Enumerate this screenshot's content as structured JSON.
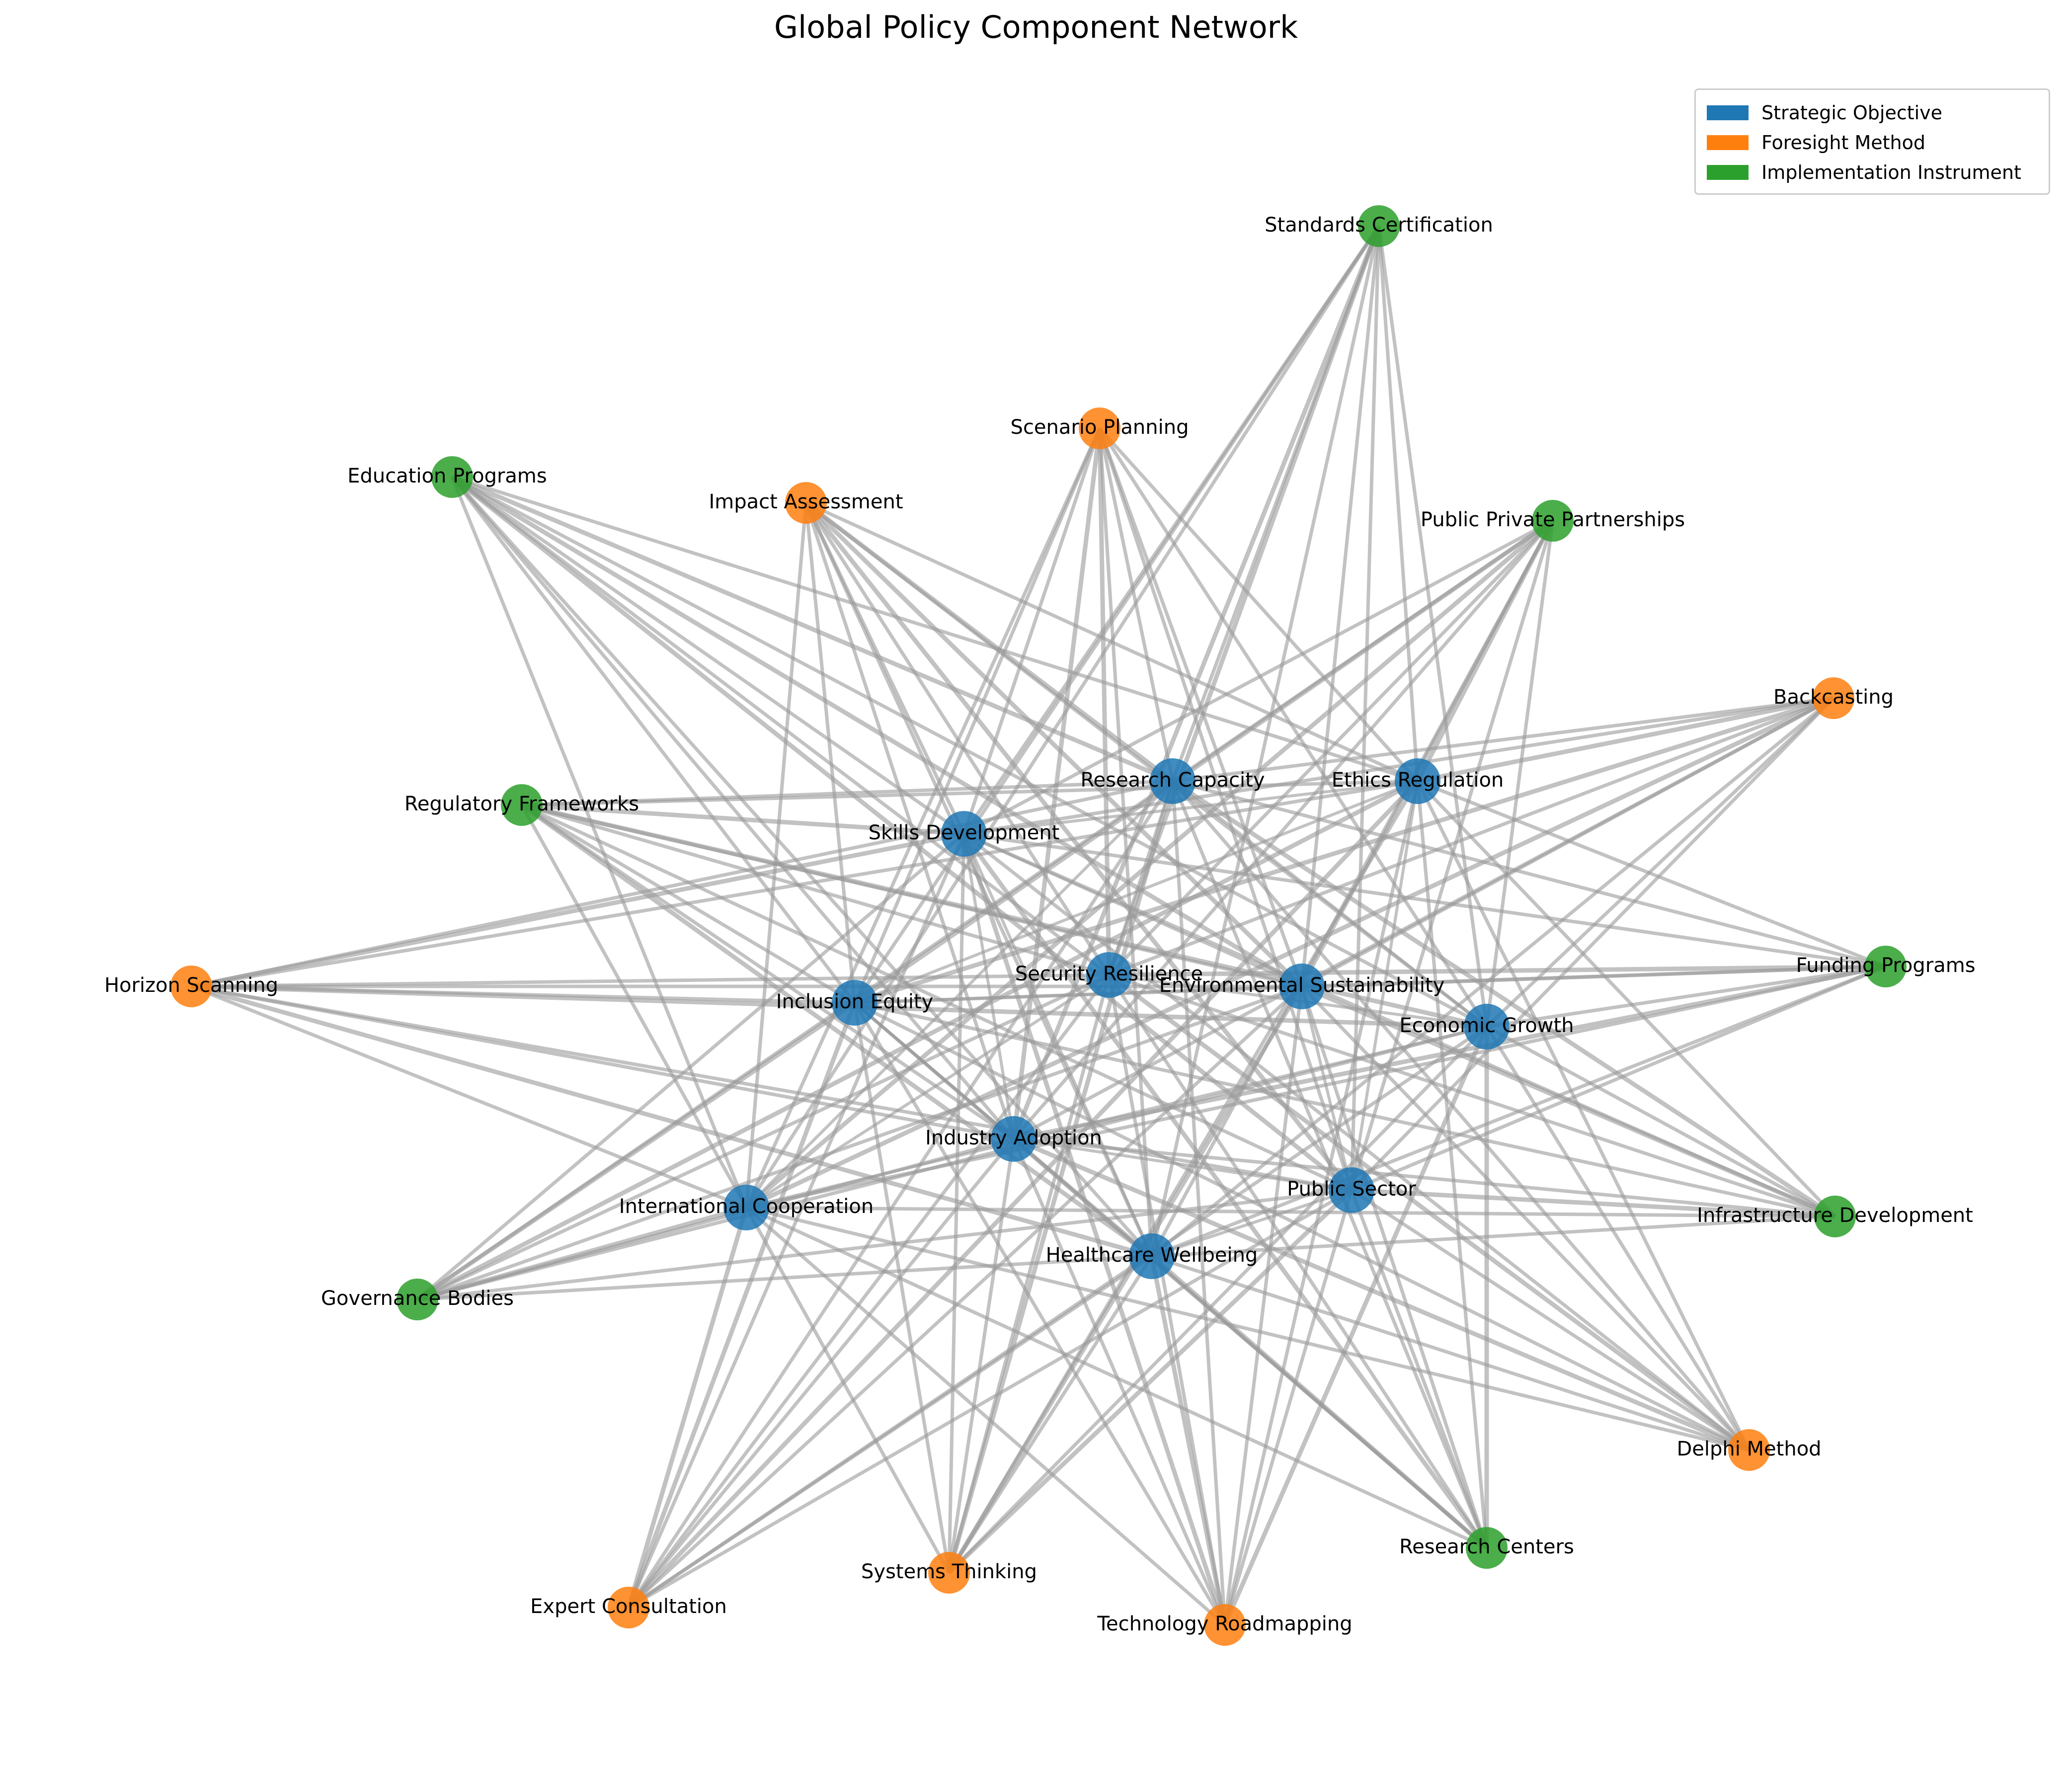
{
  "title": "Global Policy Component Network",
  "legend": [
    {
      "label": "Strategic Objective",
      "color": "#1f77b4"
    },
    {
      "label": "Foresight Method",
      "color": "#ff7f0e"
    },
    {
      "label": "Implementation Instrument",
      "color": "#2ca02c"
    }
  ],
  "groups": {
    "objective": [
      "Research Capacity",
      "Ethics Regulation",
      "Skills Development",
      "Security Resilience",
      "Environmental Sustainability",
      "Inclusion Equity",
      "Economic Growth",
      "Industry Adoption",
      "Public Sector",
      "International Cooperation",
      "Healthcare Wellbeing"
    ],
    "method": [
      "Scenario Planning",
      "Impact Assessment",
      "Backcasting",
      "Horizon Scanning",
      "Delphi Method",
      "Systems Thinking",
      "Expert Consultation",
      "Technology Roadmapping"
    ],
    "instrument": [
      "Standards Certification",
      "Education Programs",
      "Public Private Partnerships",
      "Regulatory Frameworks",
      "Funding Programs",
      "Infrastructure Development",
      "Governance Bodies",
      "Research Centers"
    ]
  },
  "node_colors": {
    "objective": "#1f77b4",
    "method": "#ff7f0e",
    "instrument": "#2ca02c"
  },
  "edge_color": "#999999"
}
